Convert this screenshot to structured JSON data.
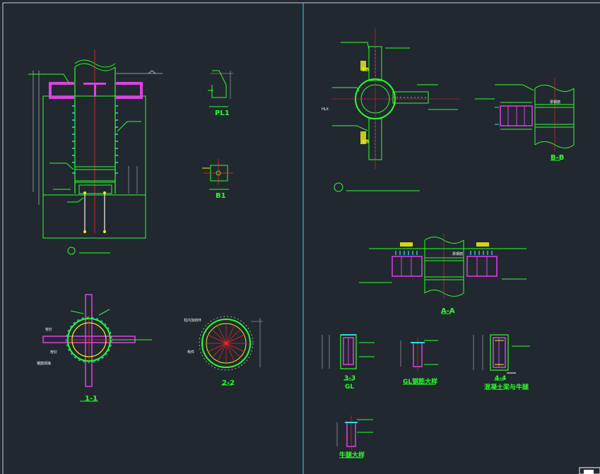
{
  "drawing": {
    "details": [
      {
        "id": "pl1",
        "label": "PL1"
      },
      {
        "id": "b1",
        "label": "B1"
      },
      {
        "id": "sec11",
        "label": "1-1"
      },
      {
        "id": "sec22",
        "label": "2-2"
      },
      {
        "id": "secBB",
        "label": "B-B"
      },
      {
        "id": "secAA",
        "label": "A-A"
      },
      {
        "id": "sec33",
        "label": "3-3",
        "sub": "GL"
      },
      {
        "id": "ql",
        "label": "GL钢筋大样"
      },
      {
        "id": "sec44",
        "label": "4-4",
        "sub": "混凝土梁与牛腿"
      },
      {
        "id": "nt",
        "label": "牛腿大样"
      }
    ],
    "notes": {
      "n1": "栓钉",
      "n2": "柱内加劲环",
      "n3": "栓钉",
      "n4": "钢筋焊接",
      "n5": "构件",
      "n6": "梁钢筋",
      "n7": "梁钢筋",
      "n8": "HLX",
      "n9": "主筋",
      "n10": "主筋"
    }
  },
  "colors": {
    "background": "#212830",
    "line": "#2bff2b",
    "steel": "#e23fe6",
    "cyan": "#27e0e0",
    "red": "#ff2424",
    "white": "#f0f0f0",
    "yellow": "#f3f316"
  }
}
